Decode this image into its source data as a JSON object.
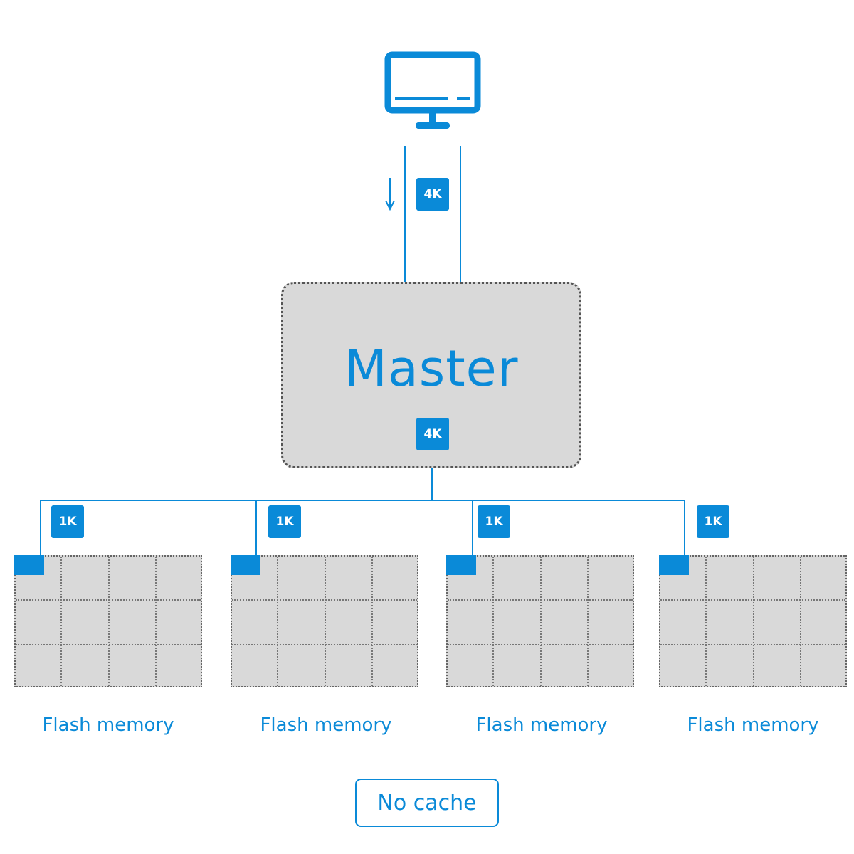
{
  "colors": {
    "accent": "#0a8ad8",
    "box_fill": "#d9d9d9",
    "border_dots": "#555555"
  },
  "host": {
    "icon": "monitor-icon"
  },
  "transfer": {
    "arrow_icon": "arrow-down-icon",
    "badge_top": "4K"
  },
  "master": {
    "label": "Master",
    "badge": "4K"
  },
  "flash_memories": [
    {
      "badge": "1K",
      "label": "Flash memory"
    },
    {
      "badge": "1K",
      "label": "Flash memory"
    },
    {
      "badge": "1K",
      "label": "Flash memory"
    },
    {
      "badge": "1K",
      "label": "Flash memory"
    }
  ],
  "footer": {
    "mode_label": "No cache"
  }
}
